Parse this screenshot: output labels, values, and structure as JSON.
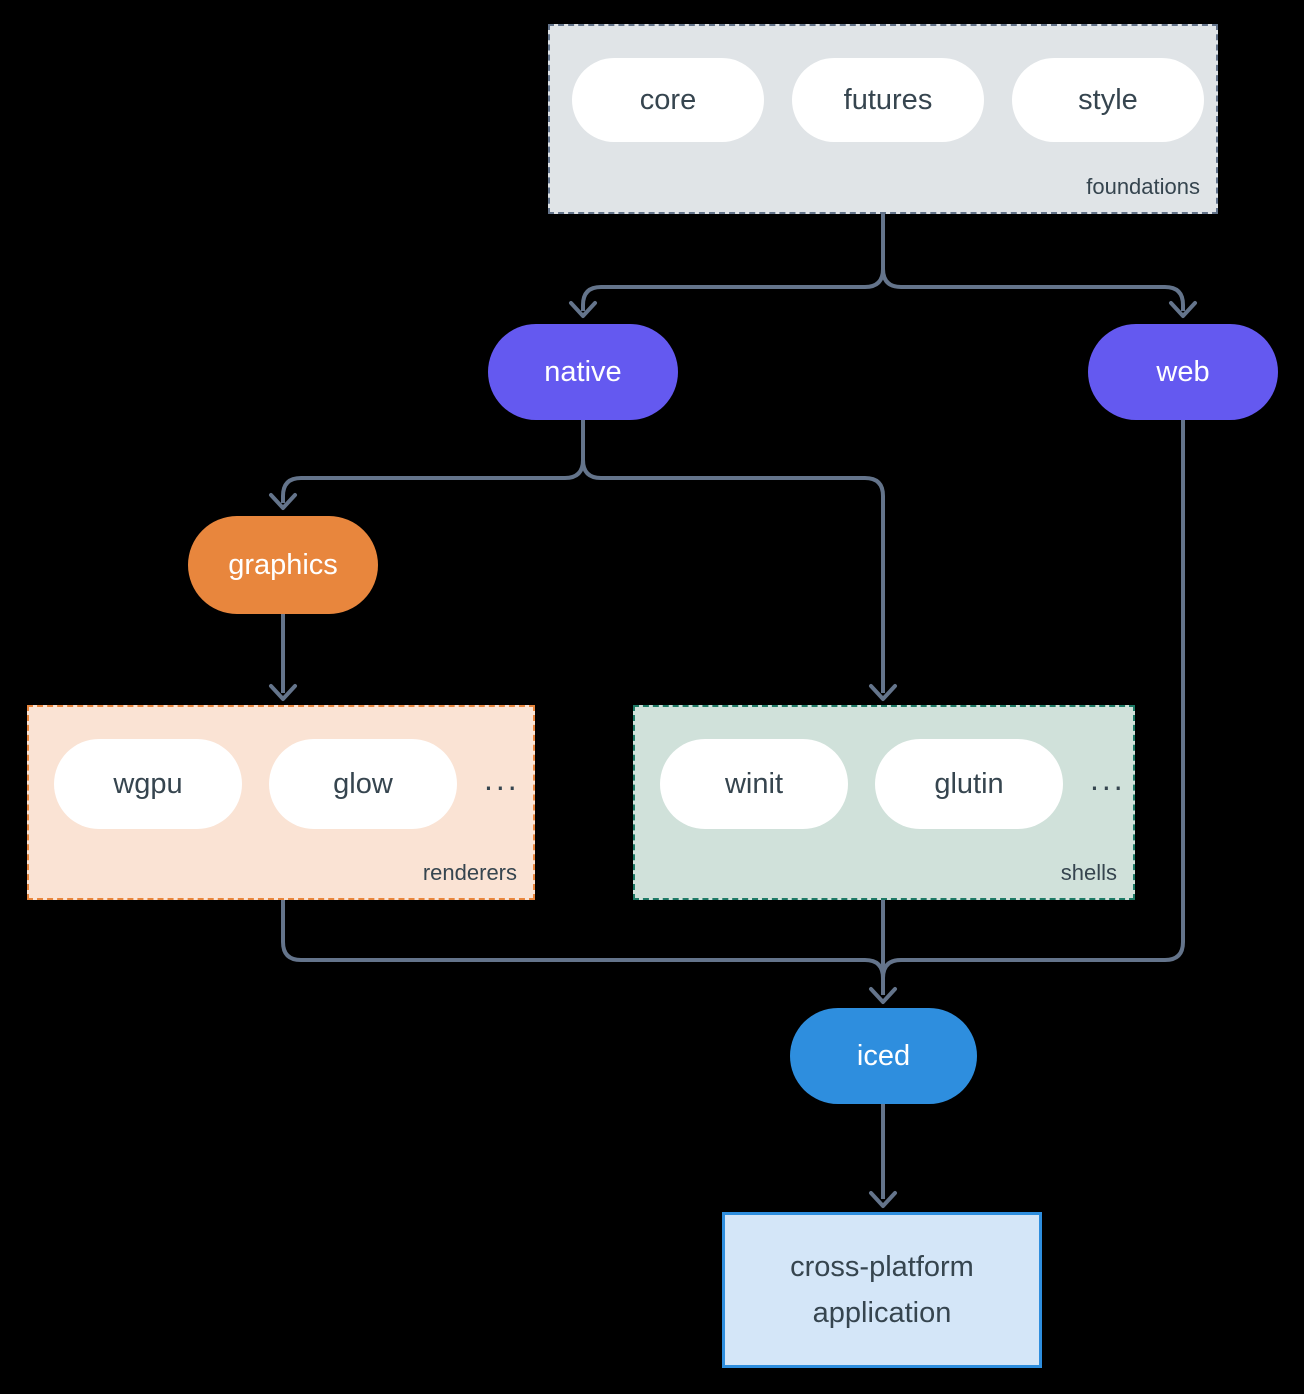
{
  "colors": {
    "background": "#000000",
    "line": "#64748B",
    "text_dark": "#36454F",
    "pill_purple": "#6459F0",
    "pill_orange": "#E8863D",
    "pill_blue": "#2E8EDE",
    "foundations_fill": "#E0E4E7",
    "foundations_border": "#64748B",
    "renderers_fill": "#FAE3D4",
    "renderers_border": "#E8863D",
    "shells_fill": "#D0E1DA",
    "shells_border": "#1E7A66",
    "app_fill": "#D4E6F8",
    "app_border": "#2E8EDE"
  },
  "nodes": {
    "foundations": {
      "label": "foundations",
      "pills": [
        "core",
        "futures",
        "style"
      ]
    },
    "native": {
      "label": "native"
    },
    "web": {
      "label": "web"
    },
    "graphics": {
      "label": "graphics"
    },
    "renderers": {
      "label": "renderers",
      "pills": [
        "wgpu",
        "glow"
      ],
      "more": "..."
    },
    "shells": {
      "label": "shells",
      "pills": [
        "winit",
        "glutin"
      ],
      "more": "..."
    },
    "iced": {
      "label": "iced"
    },
    "application": {
      "label": "cross-platform application"
    }
  }
}
